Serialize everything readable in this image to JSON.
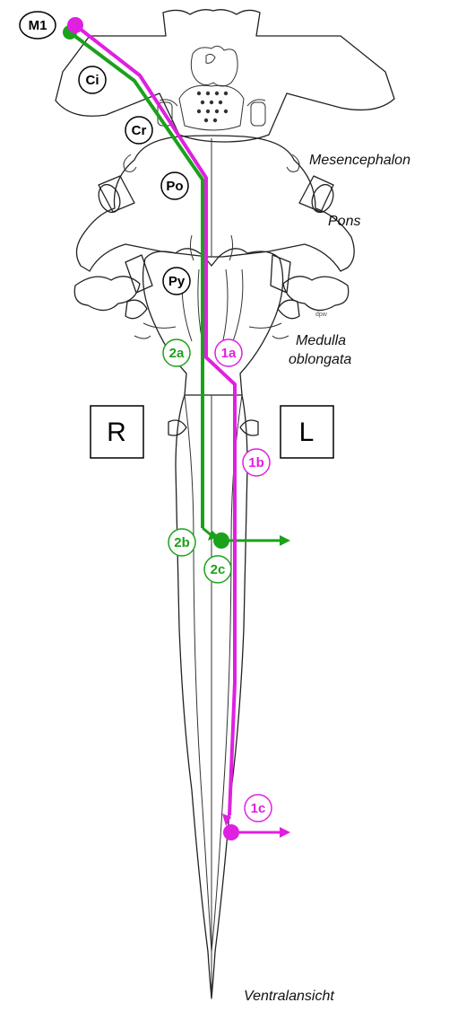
{
  "labels": {
    "m1": "M1",
    "ci": "Ci",
    "cr": "Cr",
    "po": "Po",
    "py": "Py",
    "l2a": "2a",
    "l2b": "2b",
    "l2c": "2c",
    "l1a": "1a",
    "l1b": "1b",
    "l1c": "1c"
  },
  "regions": {
    "mesencephalon": "Mesencephalon",
    "pons": "Pons",
    "medulla_1": "Medulla",
    "medulla_2": "oblongata",
    "view": "Ventralansicht"
  },
  "sides": {
    "right": "R",
    "left": "L"
  },
  "credit": "dpw",
  "colors": {
    "green": "#1aa21a",
    "magenta": "#e020e0",
    "outline": "#222222"
  }
}
